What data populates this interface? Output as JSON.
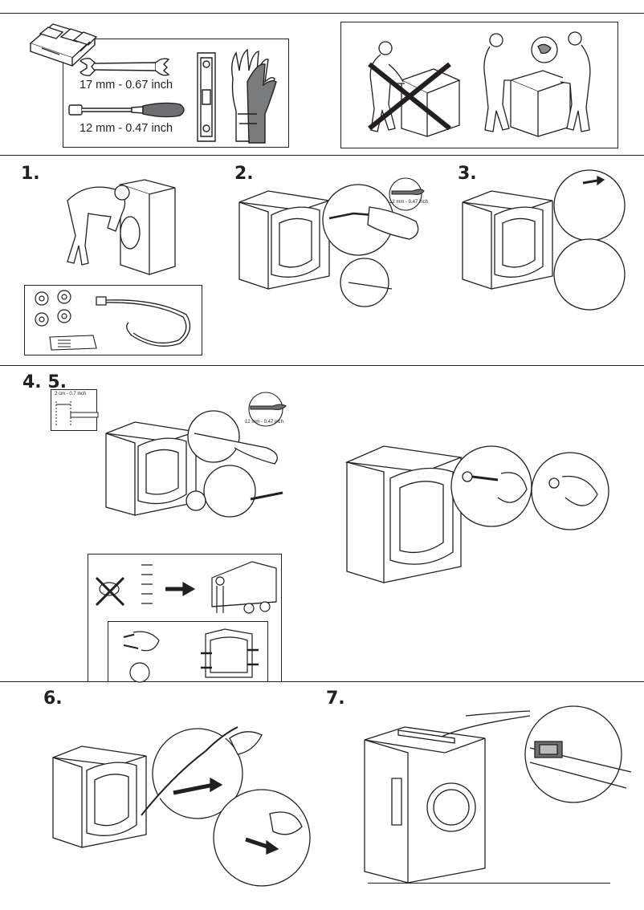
{
  "tools": {
    "wrench_label": "17 mm - 0.67 inch",
    "screwdriver_label": "12 mm - 0.47 inch"
  },
  "steps": {
    "s1": "1.",
    "s2": "2.",
    "s3": "3.",
    "s45": "4. 5.",
    "s6": "6.",
    "s7": "7."
  },
  "callouts": {
    "step2_tool": "12 mm - 0.47 inch",
    "step45_tool": "12 mm - 0.47 inch",
    "step45_depth": "2 cm - 0,7 inch"
  },
  "icons": [
    "toolbox-icon",
    "wrench-icon",
    "screwdriver-icon",
    "spirit-level-icon",
    "gloves-icon",
    "washing-machine-icon",
    "hose-icon",
    "spacer-icon",
    "arrow-icon",
    "truck-icon"
  ]
}
